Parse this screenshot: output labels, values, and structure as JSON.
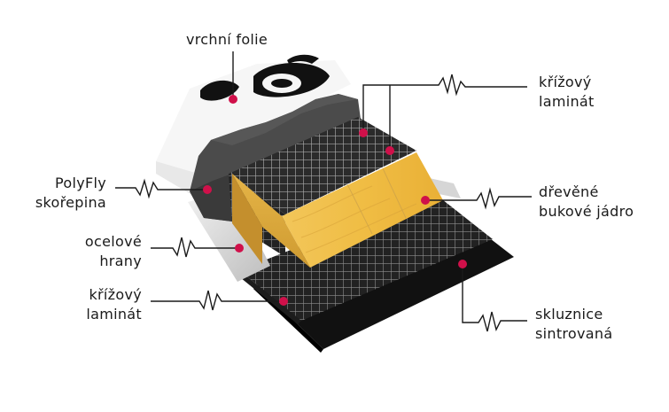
{
  "labels": {
    "top_sheet": [
      "vrchní folie"
    ],
    "cross_laminate_top": [
      "křížový",
      "laminát"
    ],
    "shell": [
      "PolyFly",
      "skořepina"
    ],
    "core": [
      "dřevěné",
      "bukové jádro"
    ],
    "edges": [
      "ocelové",
      "hrany"
    ],
    "cross_laminate_bottom": [
      "křížový",
      "laminát"
    ],
    "base": [
      "skluznice",
      "sintrovaná"
    ]
  },
  "colors": {
    "marker": "#d0104a",
    "line": "#1a1a1a",
    "shell": "#4a4a4a",
    "core": "#e7b640",
    "base": "#111111",
    "mesh_bg": "#2a2a2a",
    "mesh_line": "#9a9a9a",
    "steel": "#d9d9d9",
    "top_sheet": "#f4f4f4"
  }
}
